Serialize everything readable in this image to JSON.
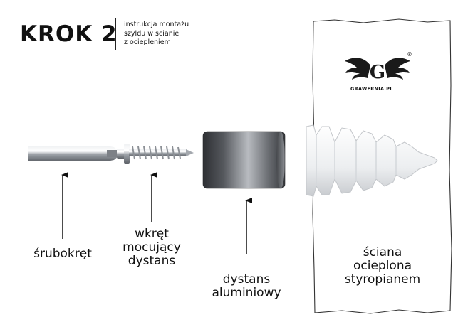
{
  "header": {
    "title": "KROK 2",
    "subtitle_lines": [
      "instrukcja montażu",
      "szyldu w scianie",
      "z ociepleniem"
    ]
  },
  "logo": {
    "brand_text": "GRAWERNIA.PL",
    "letter": "G",
    "registered_mark": "®",
    "icon": "winged-g-logo-icon"
  },
  "labels": {
    "screwdriver": [
      "śrubokręt"
    ],
    "screw": [
      "wkręt",
      "mocujący",
      "dystans"
    ],
    "spacer": [
      "dystans",
      "aluminiowy"
    ],
    "wall": [
      "ściana",
      "ocieplona",
      "styropianem"
    ]
  },
  "icons": {
    "screwdriver": "screwdriver-icon",
    "screw": "screw-icon",
    "spacer": "aluminium-spacer-icon",
    "anchor": "insulation-anchor-icon",
    "wall": "insulated-wall-icon"
  },
  "colors": {
    "text": "#111111",
    "spacer_dark": "#3c3e42",
    "spacer_light": "#b8bbc0",
    "anchor": "#f2f3f4",
    "steel": "#c9cdd2"
  }
}
